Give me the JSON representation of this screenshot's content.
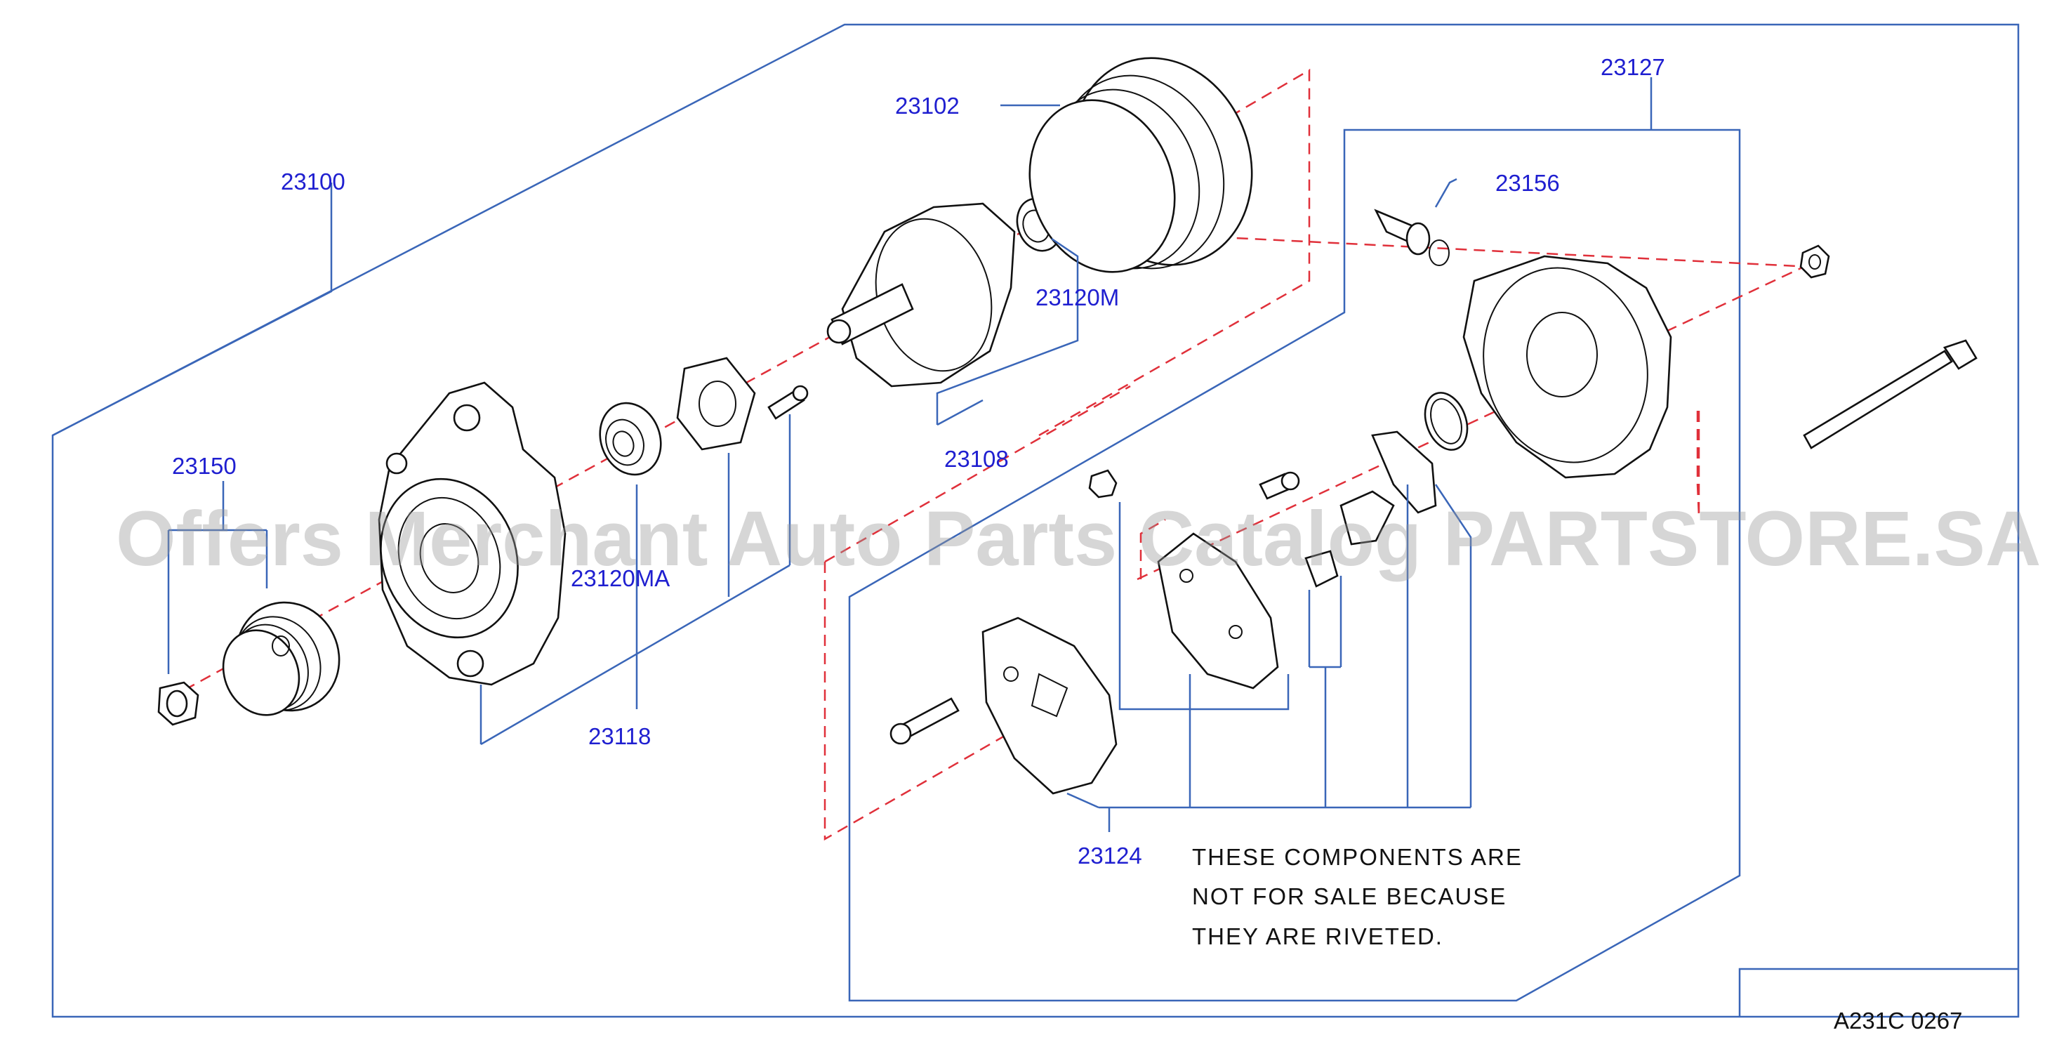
{
  "labels": {
    "p23100": "23100",
    "p23102": "23102",
    "p23127": "23127",
    "p23156": "23156",
    "p23120m": "23120M",
    "p23150": "23150",
    "p23108": "23108",
    "p23120ma": "23120MA",
    "p23118": "23118",
    "p23124": "23124"
  },
  "note": {
    "line1": "THESE  COMPONENTS  ARE",
    "line2": "NOT  FOR  SALE  BECAUSE",
    "line3": "THEY  ARE  RIVETED."
  },
  "watermark": "Offers Merchant Auto Parts Catalog PARTSTORE.SA",
  "diagram_code": "A231C  0267",
  "colors": {
    "label": "#1f1fd0",
    "frame": "#3a66b8",
    "axis": "#e0303a",
    "lineart": "#111111"
  }
}
